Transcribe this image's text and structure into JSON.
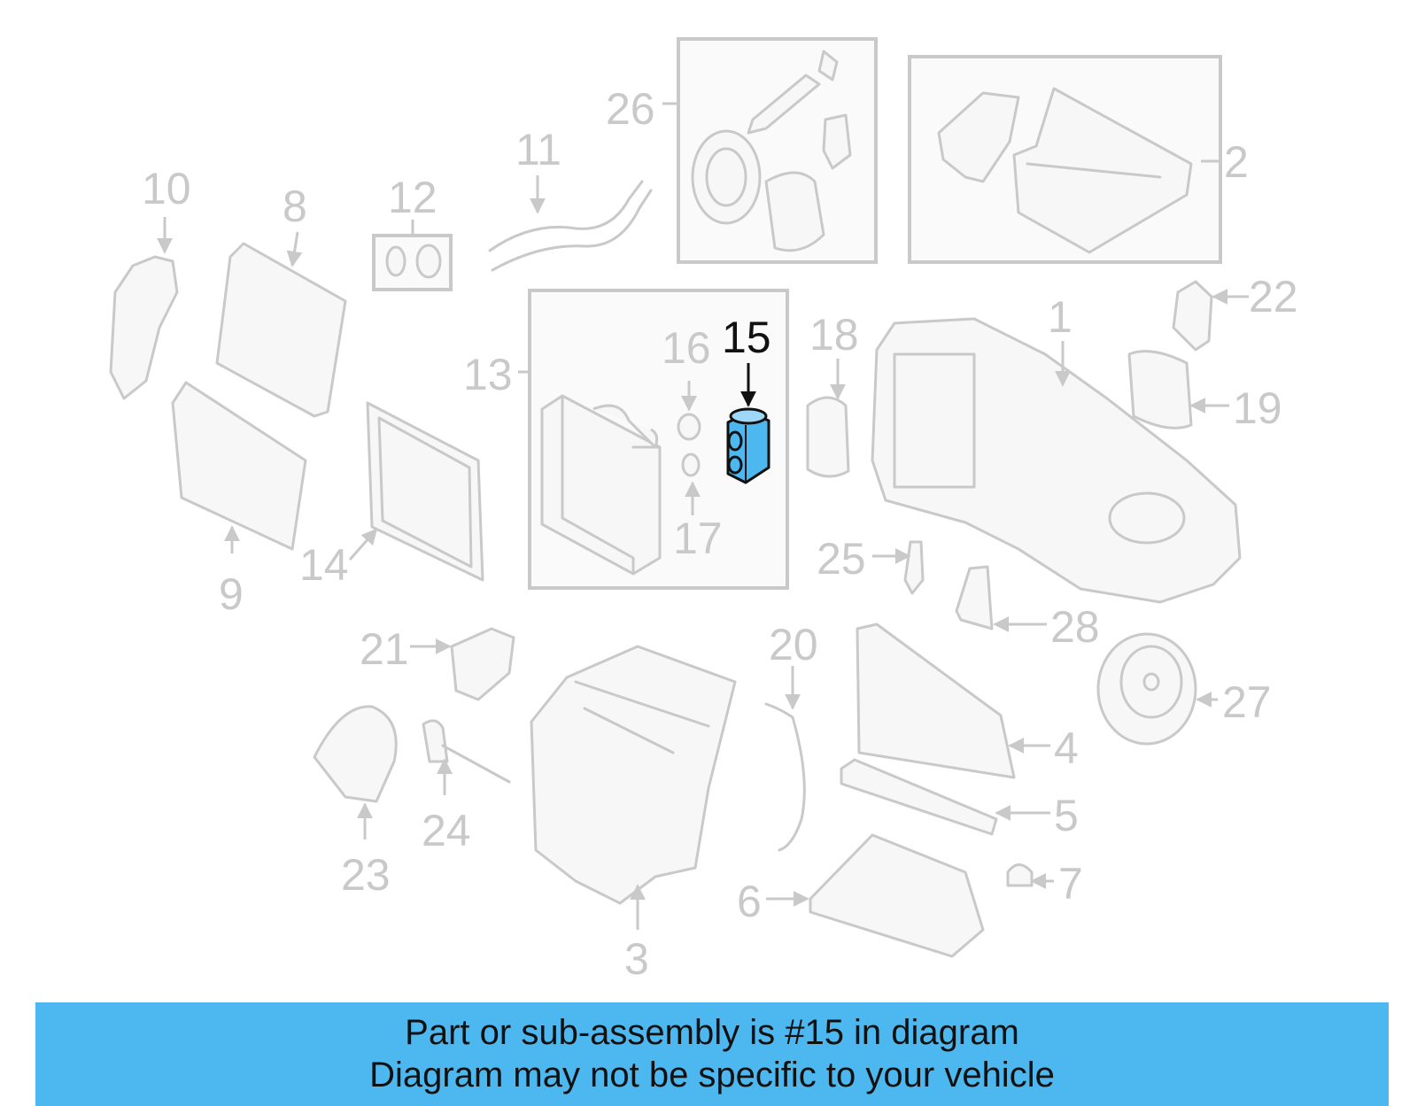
{
  "highlight_part": "15",
  "highlight_color": "#4db8f0",
  "callouts": [
    "1",
    "2",
    "3",
    "4",
    "5",
    "6",
    "7",
    "8",
    "9",
    "10",
    "11",
    "12",
    "13",
    "14",
    "15",
    "16",
    "17",
    "18",
    "19",
    "20",
    "21",
    "22",
    "23",
    "24",
    "25",
    "26",
    "27",
    "28"
  ],
  "banner": {
    "line1": "Part or sub-assembly is #15 in diagram",
    "line2": "Diagram may not be specific to your vehicle",
    "background": "#4db8f0"
  }
}
